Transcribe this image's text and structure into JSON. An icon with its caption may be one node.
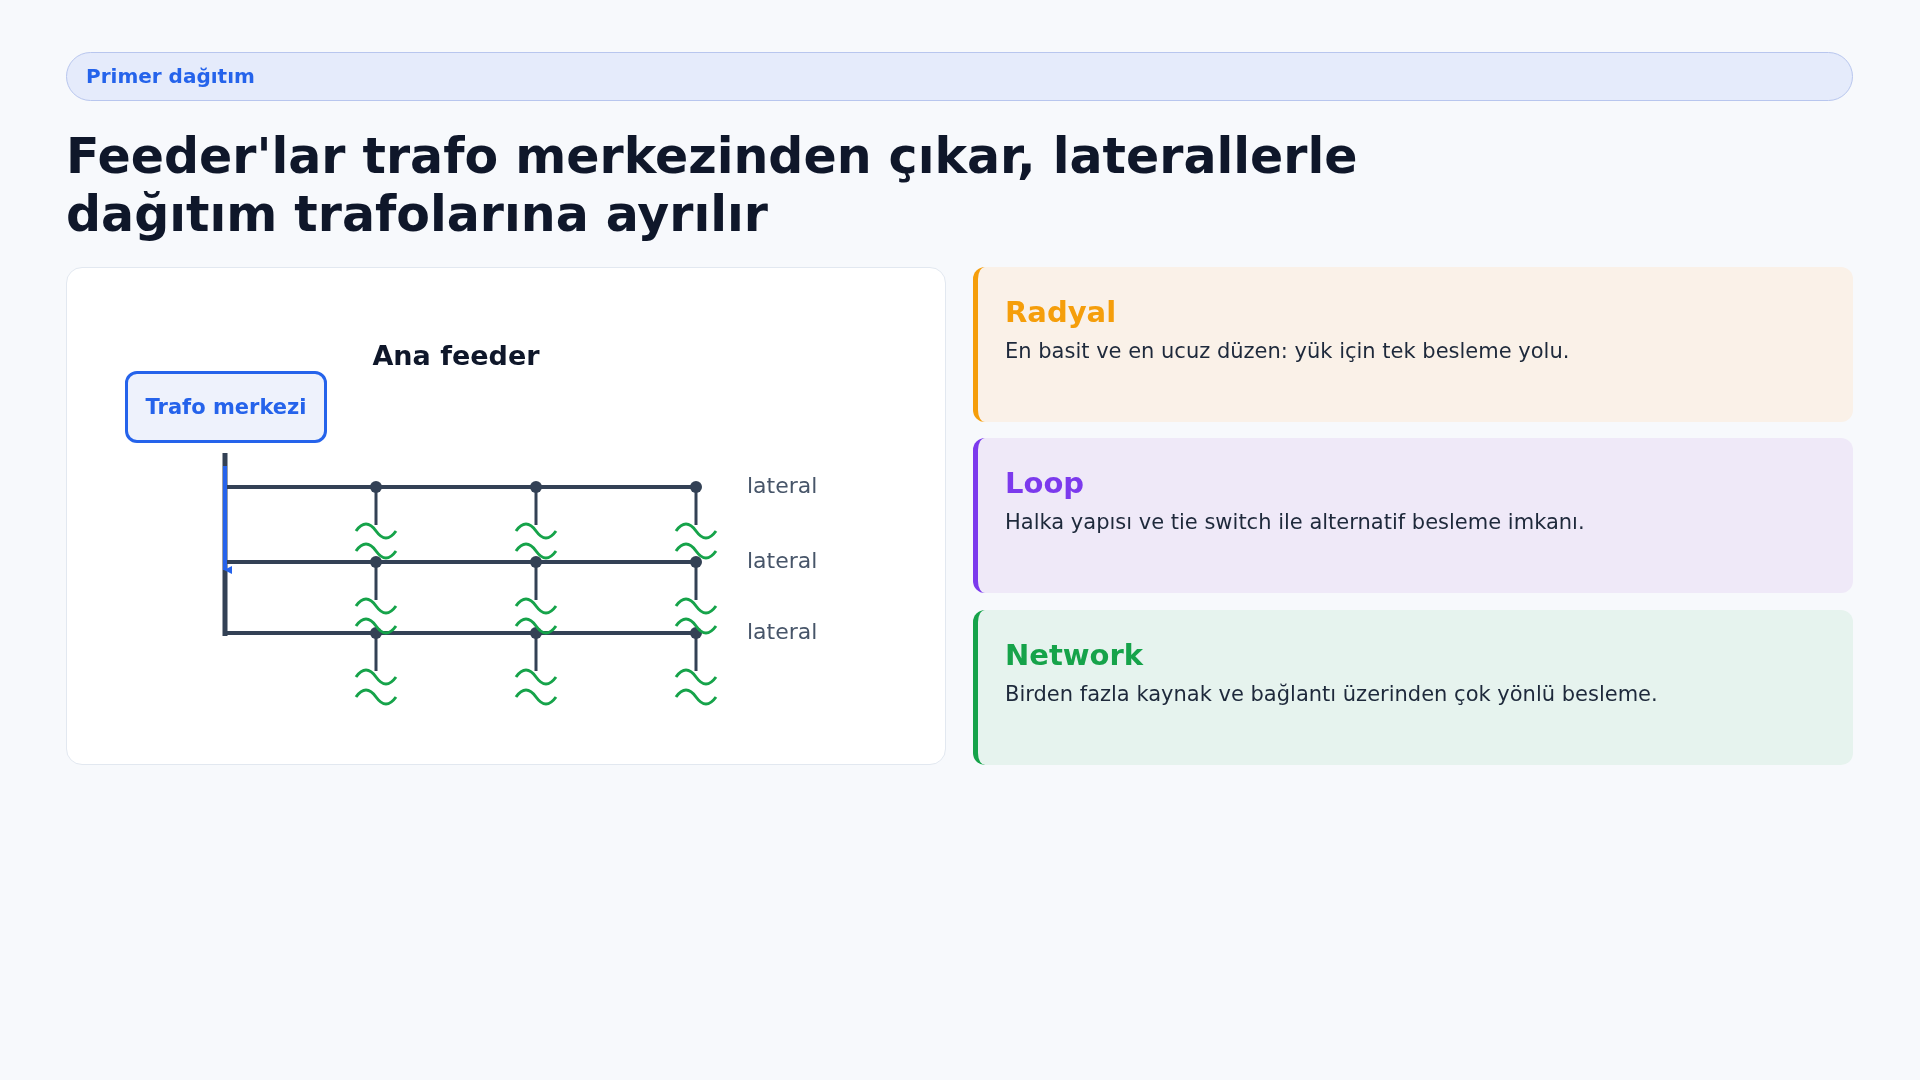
{
  "diagram": {
    "title": "Feeder'lar trafo merkezinden çıkar, laterallerle dağıtım trafolarına ayrılır",
    "nodes": [
      {
        "text": [
          "Primer dağıtım"
        ]
      },
      {
        "text": [
          "Trafo merkezi"
        ]
      },
      {
        "text": [
          "Radyal",
          "En basit ve en ucuz düzen: yük için tek besleme yolu."
        ]
      },
      {
        "text": [
          "Loop",
          "Halka yapısı ve tie switch ile alternatif besleme imkanı."
        ]
      },
      {
        "text": [
          "Network",
          "Birden fazla kaynak ve bağlantı üzerinden çok yönlü besleme."
        ]
      }
    ],
    "edges": [],
    "labels": [
      "Ana feeder",
      "lateral",
      "lateral",
      "lateral"
    ]
  }
}
